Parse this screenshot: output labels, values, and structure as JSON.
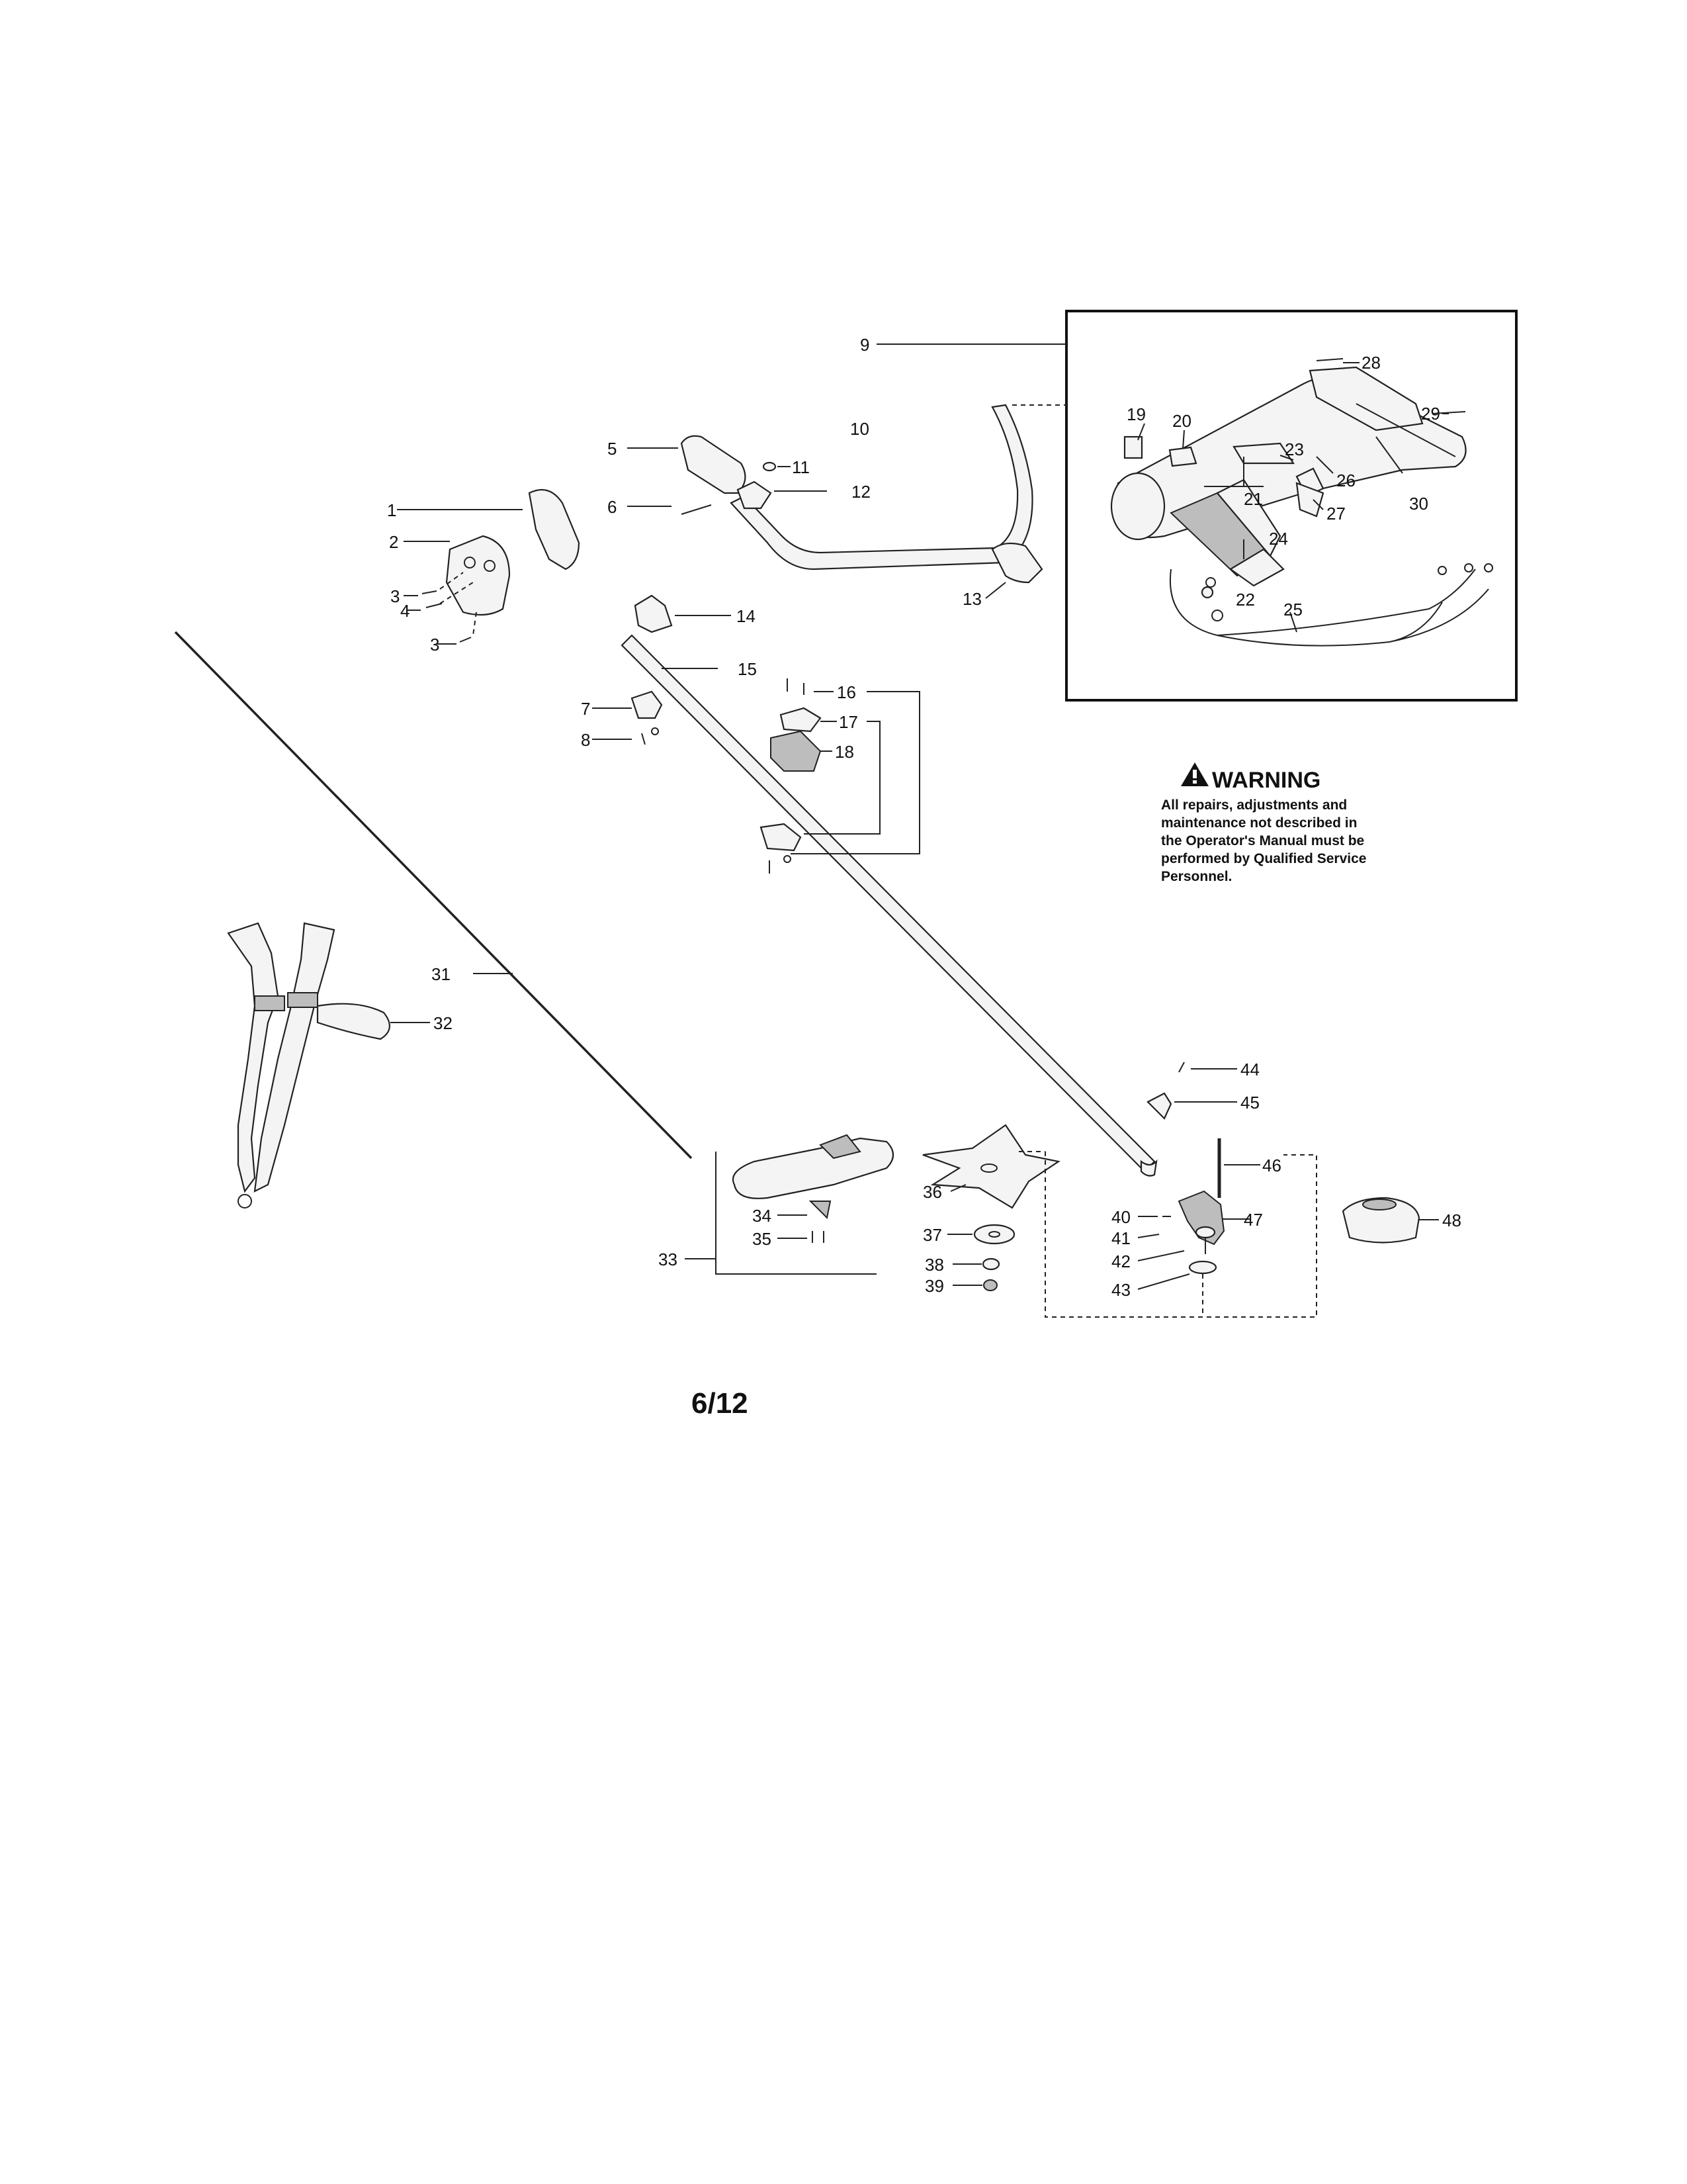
{
  "warning": {
    "title": "WARNING",
    "lines": [
      "All repairs, adjustments and",
      "maintenance not described in",
      "the Operator's Manual must be",
      "performed by Qualified Service",
      "Personnel."
    ]
  },
  "page_number": "6/12",
  "labels": [
    "1",
    "2",
    "3",
    "4",
    "3",
    "5",
    "6",
    "7",
    "8",
    "9",
    "10",
    "11",
    "12",
    "13",
    "14",
    "15",
    "16",
    "17",
    "18",
    "19",
    "20",
    "21",
    "22",
    "23",
    "24",
    "25",
    "26",
    "27",
    "28",
    "29",
    "30",
    "31",
    "32",
    "33",
    "34",
    "35",
    "36",
    "37",
    "38",
    "39",
    "40",
    "41",
    "42",
    "43",
    "44",
    "45",
    "46",
    "47",
    "48"
  ]
}
